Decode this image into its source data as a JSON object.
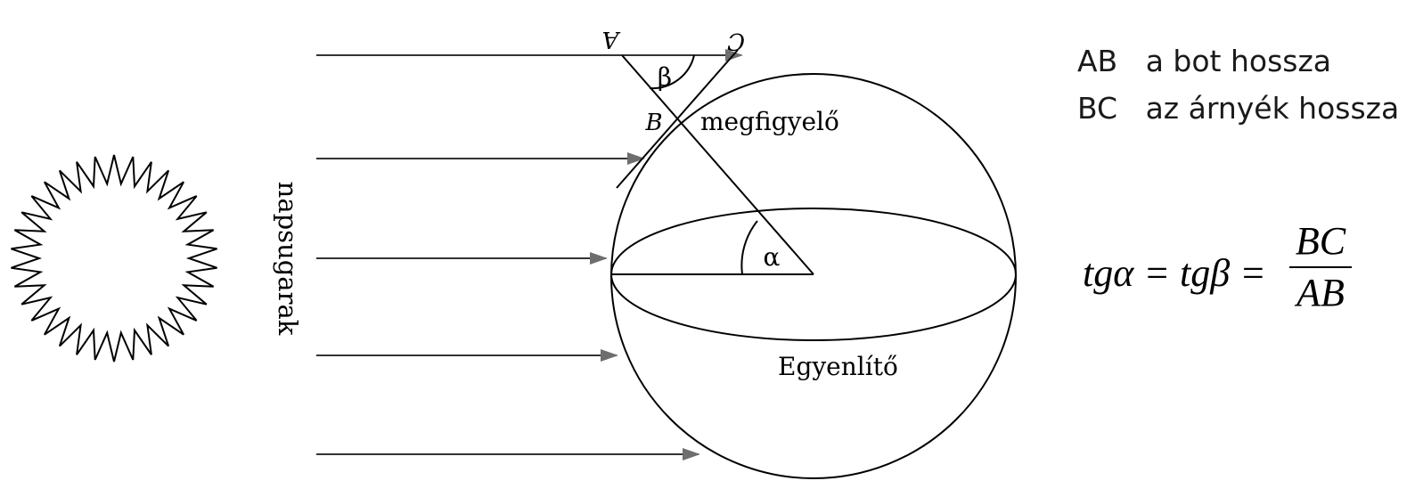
{
  "labels": {
    "point_A": "A",
    "point_C": "C",
    "point_B": "B",
    "beta": "β",
    "alpha": "α",
    "observer": "megfigyelő",
    "equator": "Egyenlítő",
    "sunrays": "napsugarak"
  },
  "legend": {
    "ab_key": "AB",
    "ab_text": "a bot hossza",
    "bc_key": "BC",
    "bc_text": "az árnyék hossza"
  },
  "formula": {
    "lhs": "tgα = tgβ =",
    "numerator": "BC",
    "denominator": "AB"
  },
  "colors": {
    "ink": "#000000",
    "arrow": "#707070"
  }
}
